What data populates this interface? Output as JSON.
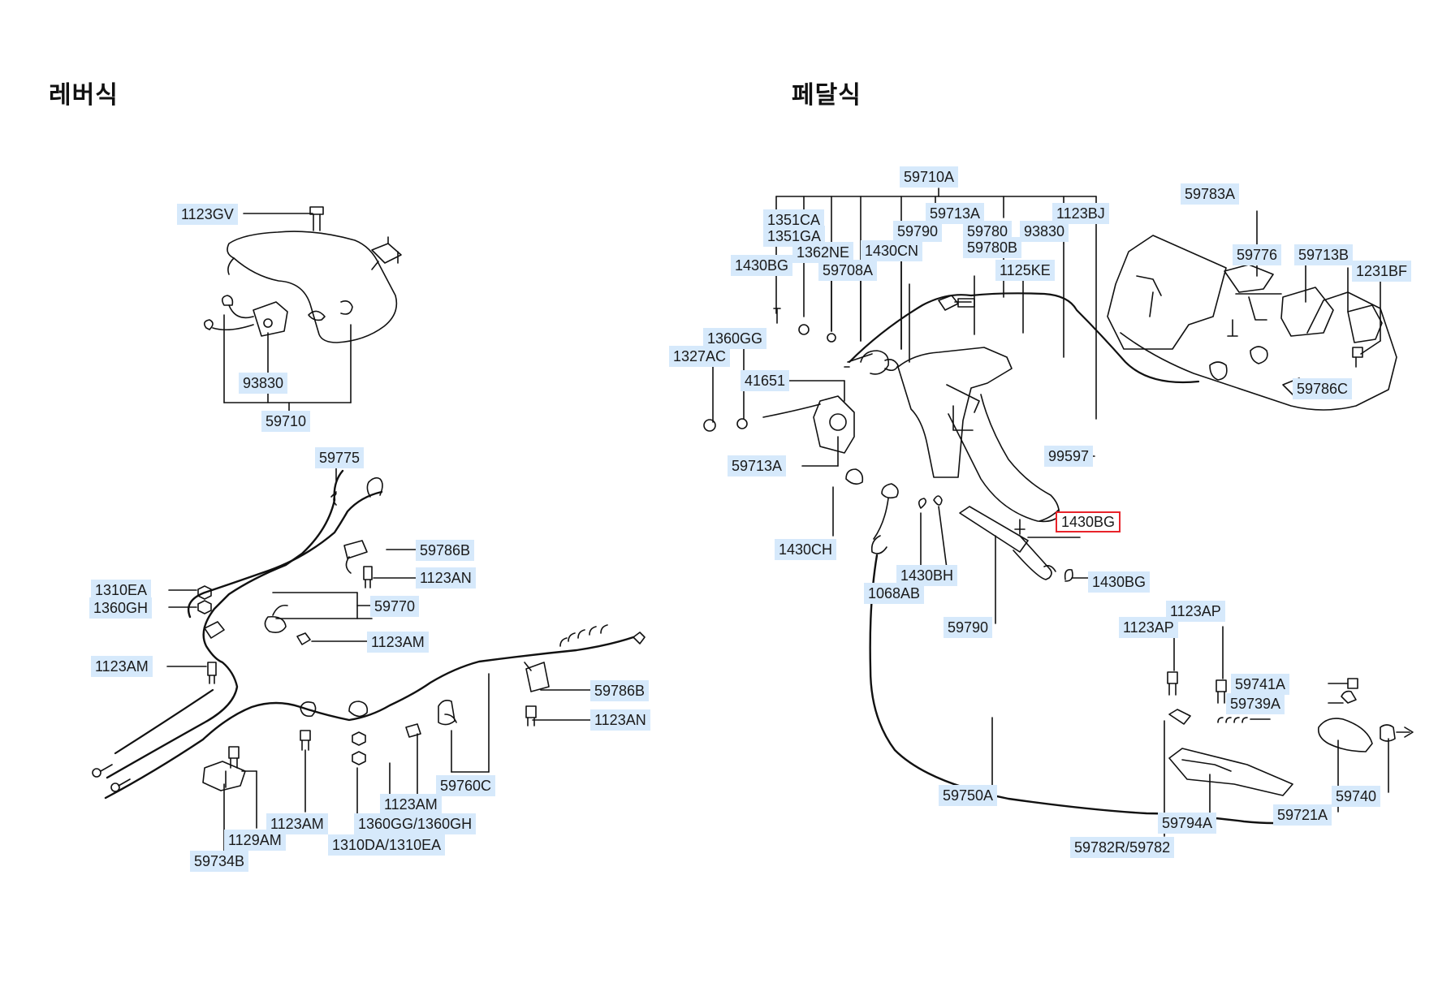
{
  "headings": {
    "lever_type": "레버식",
    "pedal_type": "페달식"
  },
  "colors": {
    "label_highlight": "#d6e9fb",
    "selected_border": "#e8232a",
    "line": "#111111"
  },
  "selected_part": "1430BG",
  "lever_labels": {
    "l01": "1123GV",
    "l02": "93830",
    "l03": "59710",
    "l04": "59775",
    "l05": "59786B",
    "l06": "1310EA",
    "l07": "1360GH",
    "l08": "1123AN",
    "l09": "59770",
    "l10": "1123AM",
    "l11": "1123AM",
    "l12": "59786B",
    "l13": "1123AN",
    "l14": "59760C",
    "l15": "1123AM",
    "l16": "1360GG/1360GH",
    "l17": "1123AM",
    "l18": "1129AM",
    "l19": "59734B",
    "l20": "1310DA/1310EA"
  },
  "pedal_labels": {
    "p01": "59710A",
    "p02": "1351CA",
    "p03": "1351GA",
    "p04": "59713A",
    "p05": "59790",
    "p06": "59780",
    "p07": "93830",
    "p08": "1123BJ",
    "p09": "59780B",
    "p10": "1362NE",
    "p11": "1430CN",
    "p12": "1430BG",
    "p13": "59708A",
    "p14": "1125KE",
    "p15": "1360GG",
    "p16": "1327AC",
    "p17": "41651",
    "p18": "59713A",
    "p19": "99597",
    "p20": "1430CH",
    "p21": "1430BG",
    "p22": "1430BH",
    "p23": "1430BG",
    "p24": "1068AB",
    "p25": "59790",
    "p26": "59783A",
    "p27": "59776",
    "p28": "59713B",
    "p29": "1231BF",
    "p30": "59786C",
    "p31": "1123AP",
    "p32": "1123AP",
    "p33": "59741A",
    "p34": "59739A",
    "p35": "59750A",
    "p36": "59794A",
    "p37": "59721A",
    "p38": "59740",
    "p39": "59782R/59782"
  }
}
